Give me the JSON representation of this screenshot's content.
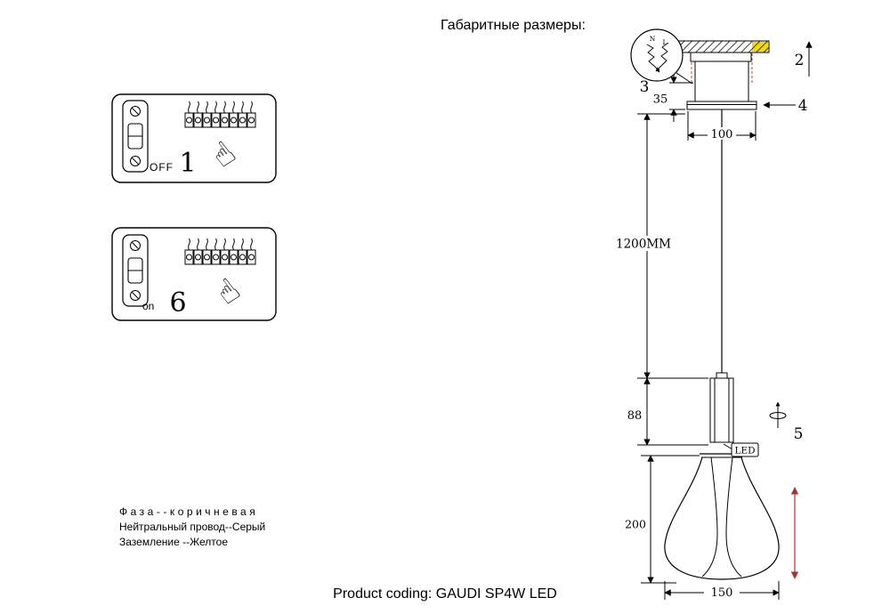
{
  "title": "Габаритные размеры:",
  "product_coding": "Product coding: GAUDI SP4W LED",
  "wiring_legend": {
    "phase": "Фаза--коричневая",
    "neutral": "Нейтральный провод--Серый",
    "ground": "Заземление --Желтое"
  },
  "instructions": {
    "step_off": {
      "switch_label": "OFF",
      "step_number": "1"
    },
    "step_on": {
      "switch_label": "on",
      "step_number": "6"
    }
  },
  "drawing": {
    "callouts": {
      "ceiling": "2",
      "spring_clip": "3",
      "canopy": "4",
      "rotation": "5"
    },
    "labels": {
      "led": "LED",
      "terminal_n": "N",
      "terminal_l": "L"
    },
    "dimensions": {
      "canopy_height": "35",
      "canopy_diameter": "100",
      "cord_length": "1200MM",
      "holder_height": "88",
      "shade_height": "200",
      "shade_diameter": "150"
    }
  }
}
